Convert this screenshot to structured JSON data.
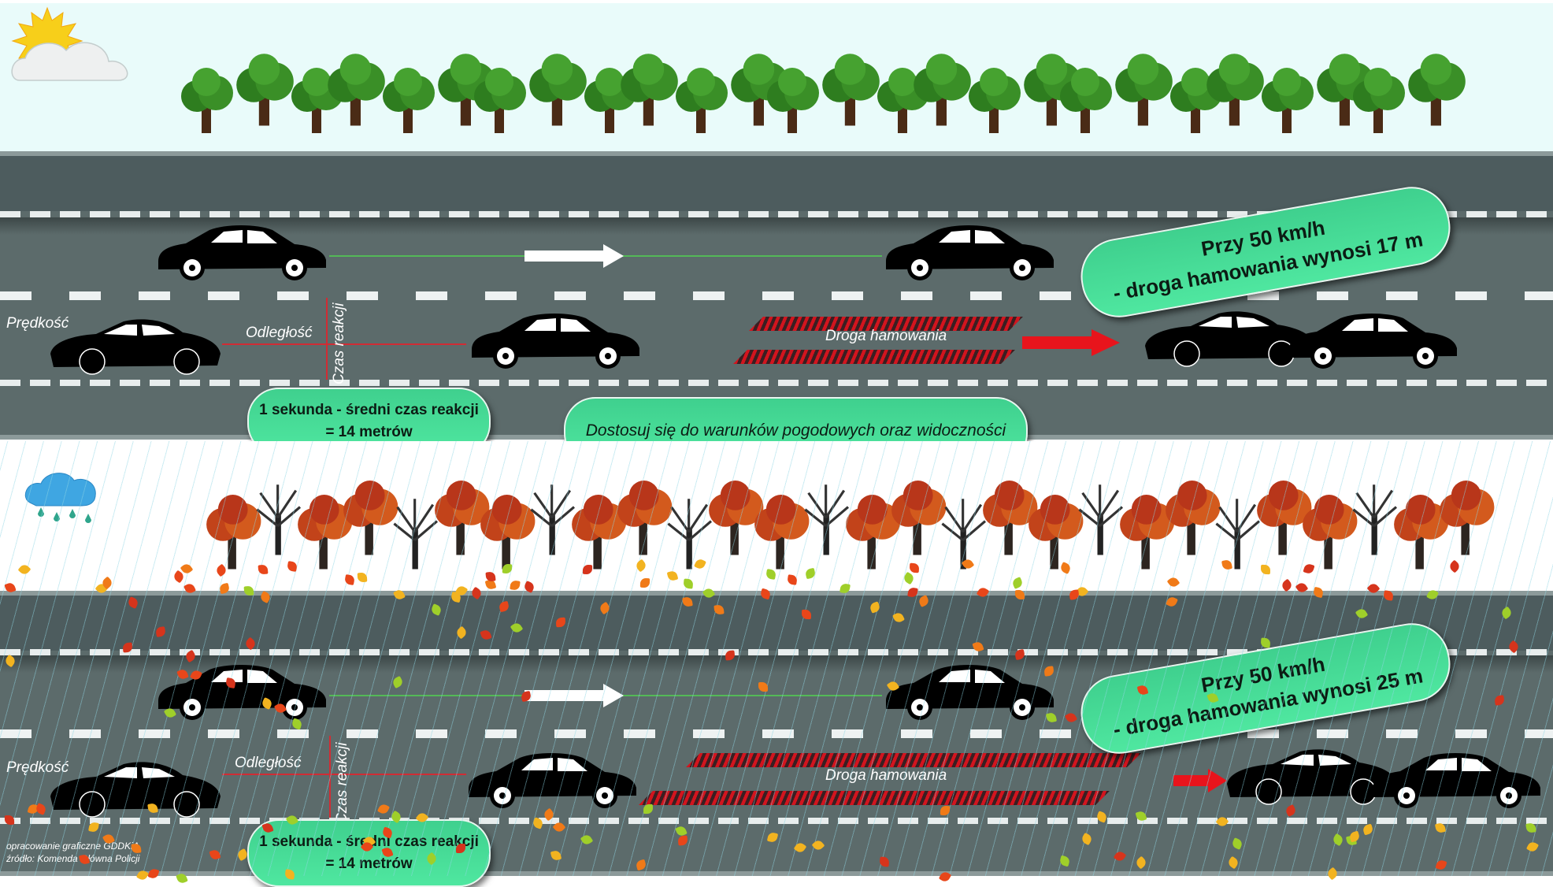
{
  "top_panel": {
    "weather_icon": "sun-behind-cloud-icon",
    "labels": {
      "speed": "Prędkość",
      "distance": "Odległość",
      "reaction_time": "Czas reakcji",
      "braking_distance": "Droga hamowania"
    },
    "reaction_box": {
      "line1": "1 sekunda - średni czas reakcji",
      "line2": "=  14 metrów"
    },
    "braking_box": {
      "line1": "Przy 50 km/h",
      "line2": "- droga hamowania wynosi 17 m"
    },
    "advice": "Dostosuj się do warunków pogodowych oraz widoczności",
    "colors": {
      "sky": "#e9fbfa",
      "road": "#5c6b6b",
      "pill": "#3fd08e",
      "accent_red": "#e8141c",
      "tree_green": "#2e7d1f"
    }
  },
  "bottom_panel": {
    "weather_icon": "rain-cloud-icon",
    "labels": {
      "speed": "Prędkość",
      "distance": "Odległość",
      "reaction_time": "Czas reakcji",
      "braking_distance": "Droga hamowania"
    },
    "reaction_box": {
      "line1": "1 sekunda - średni czas reakcji",
      "line2": "=  14 metrów"
    },
    "braking_box": {
      "line1": "Przy 50 km/h",
      "line2": "- droga hamowania wynosi 25 m"
    },
    "credits": {
      "line1": "opracowanie graficzne GDDKiA",
      "line2": "źródło: Komenda Główna Policji"
    },
    "colors": {
      "tree_autumn": "#c2431a",
      "rain": "#8fd6e4",
      "leaf_orange": "#f07a18",
      "leaf_green": "#9fcf2a"
    }
  }
}
